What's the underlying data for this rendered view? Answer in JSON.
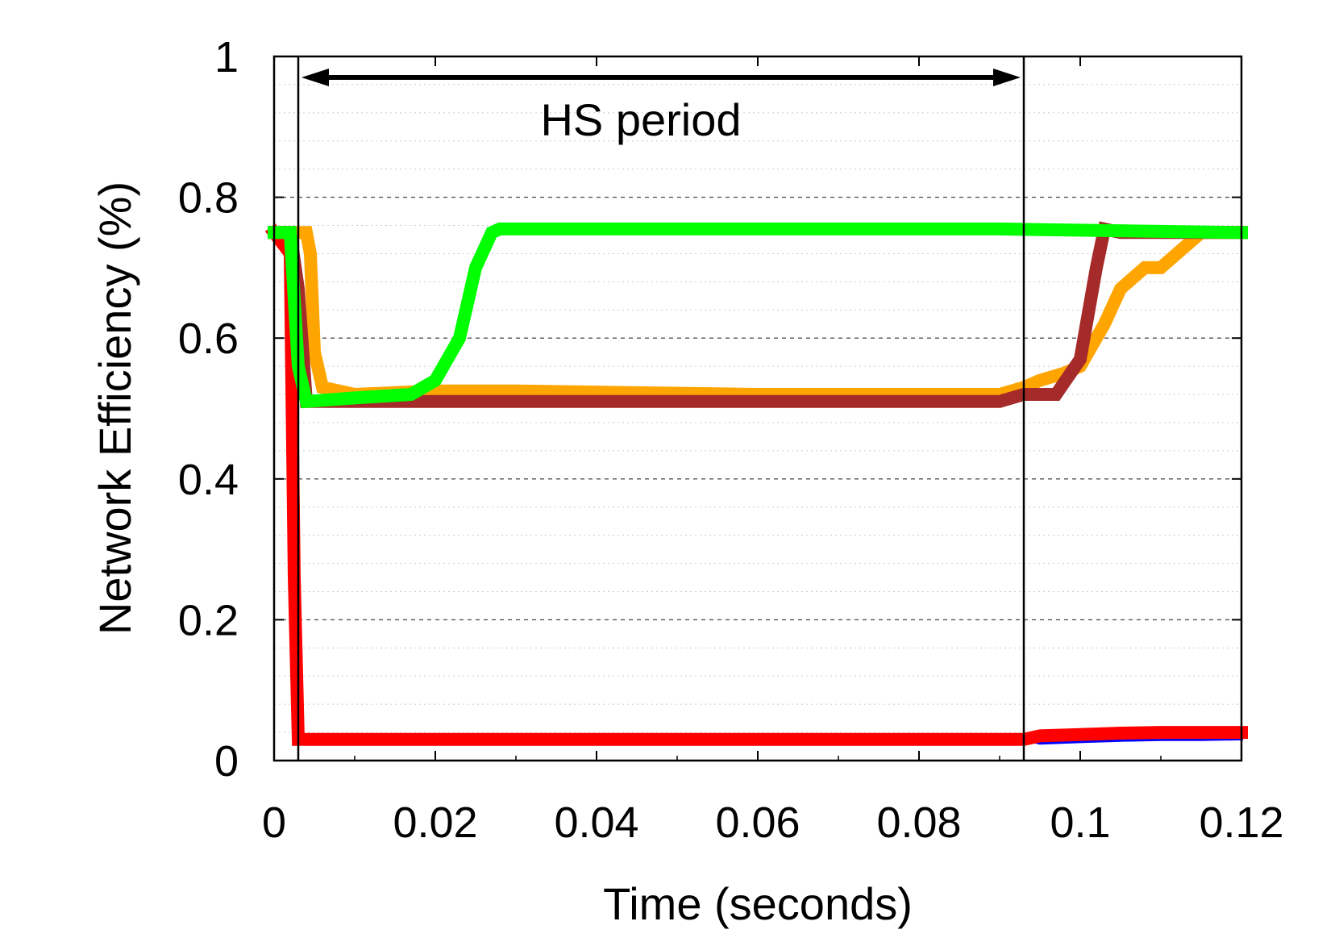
{
  "chart_data": {
    "type": "line",
    "xlabel": "Time (seconds)",
    "ylabel": "Network Efficiency (%)",
    "xlim": [
      0,
      0.12
    ],
    "ylim": [
      0,
      1
    ],
    "x_ticks": [
      "0",
      "0.02",
      "0.04",
      "0.06",
      "0.08",
      "0.1",
      "0.12"
    ],
    "y_ticks": [
      "0",
      "0.2",
      "0.4",
      "0.6",
      "0.8",
      "1"
    ],
    "grid": "horizontal dotted",
    "annotation": {
      "label": "HS period",
      "x_start": 0.003,
      "x_end": 0.093
    },
    "series": [
      {
        "color": "#0000ff",
        "width": 4,
        "x": [
          0,
          0.002,
          0.0025,
          0.003,
          0.03,
          0.06,
          0.09,
          0.093,
          0.095,
          0.1,
          0.105,
          0.11,
          0.115,
          0.12
        ],
        "values": [
          0.75,
          0.75,
          0.26,
          0.03,
          0.03,
          0.03,
          0.03,
          0.03,
          0.025,
          0.027,
          0.029,
          0.03,
          0.03,
          0.031
        ]
      },
      {
        "color": "#ff0000",
        "width": 16,
        "x": [
          0,
          0.002,
          0.0025,
          0.003,
          0.03,
          0.06,
          0.09,
          0.093,
          0.095,
          0.1,
          0.105,
          0.11,
          0.115,
          0.12
        ],
        "values": [
          0.75,
          0.72,
          0.26,
          0.03,
          0.03,
          0.03,
          0.03,
          0.03,
          0.035,
          0.037,
          0.039,
          0.04,
          0.04,
          0.04
        ]
      },
      {
        "color": "#ffa500",
        "width": 16,
        "x": [
          0,
          0.004,
          0.0045,
          0.005,
          0.006,
          0.01,
          0.02,
          0.03,
          0.06,
          0.09,
          0.093,
          0.095,
          0.098,
          0.1,
          0.103,
          0.105,
          0.108,
          0.11,
          0.112,
          0.115,
          0.12
        ],
        "values": [
          0.75,
          0.75,
          0.72,
          0.58,
          0.53,
          0.52,
          0.525,
          0.525,
          0.52,
          0.52,
          0.53,
          0.54,
          0.55,
          0.56,
          0.62,
          0.67,
          0.7,
          0.7,
          0.72,
          0.75,
          0.75
        ]
      },
      {
        "color": "#a52a2a",
        "width": 16,
        "x": [
          0,
          0.002,
          0.003,
          0.004,
          0.01,
          0.02,
          0.03,
          0.06,
          0.09,
          0.093,
          0.097,
          0.1,
          0.102,
          0.103,
          0.105,
          0.12
        ],
        "values": [
          0.75,
          0.75,
          0.67,
          0.51,
          0.51,
          0.51,
          0.51,
          0.51,
          0.51,
          0.52,
          0.52,
          0.57,
          0.7,
          0.755,
          0.75,
          0.75
        ]
      },
      {
        "color": "#00ff00",
        "width": 16,
        "x": [
          0,
          0.002,
          0.003,
          0.004,
          0.01,
          0.017,
          0.02,
          0.023,
          0.025,
          0.027,
          0.028,
          0.04,
          0.06,
          0.09,
          0.12
        ],
        "values": [
          0.75,
          0.75,
          0.56,
          0.51,
          0.515,
          0.52,
          0.54,
          0.6,
          0.7,
          0.75,
          0.755,
          0.755,
          0.755,
          0.755,
          0.75
        ]
      }
    ]
  }
}
